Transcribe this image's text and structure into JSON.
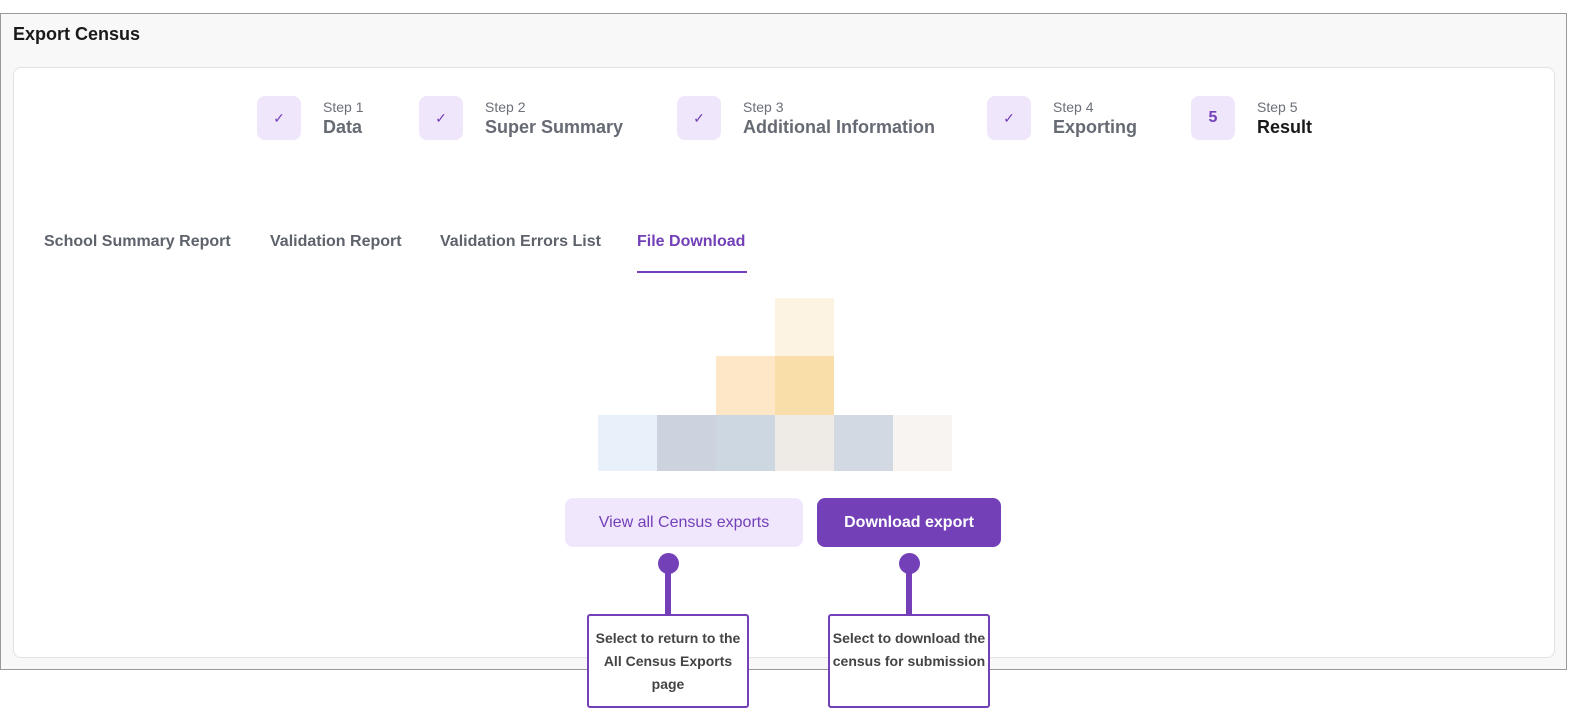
{
  "window": {
    "title": "Export Census"
  },
  "steps": [
    {
      "label": "Step 1",
      "name": "Data",
      "icon": "check-icon",
      "mark": "✓"
    },
    {
      "label": "Step 2",
      "name": "Super Summary",
      "icon": "check-icon",
      "mark": "✓"
    },
    {
      "label": "Step 3",
      "name": "Additional Information",
      "icon": "check-icon",
      "mark": "✓"
    },
    {
      "label": "Step 4",
      "name": "Exporting",
      "icon": "check-icon",
      "mark": "✓"
    },
    {
      "label": "Step 5",
      "name": "Result",
      "mark": "5"
    }
  ],
  "tabs": [
    {
      "label": "School Summary Report"
    },
    {
      "label": "Validation Report"
    },
    {
      "label": "Validation Errors List"
    },
    {
      "label": "File Download",
      "active": true
    }
  ],
  "buttons": {
    "view_all": "View all Census exports",
    "download": "Download export"
  },
  "callouts": {
    "view_all": "Select to return to the All Census Exports page",
    "download": "Select to download the census for submission"
  },
  "colors": {
    "accent": "#7340b8",
    "accent_light": "#f0e7fc"
  }
}
